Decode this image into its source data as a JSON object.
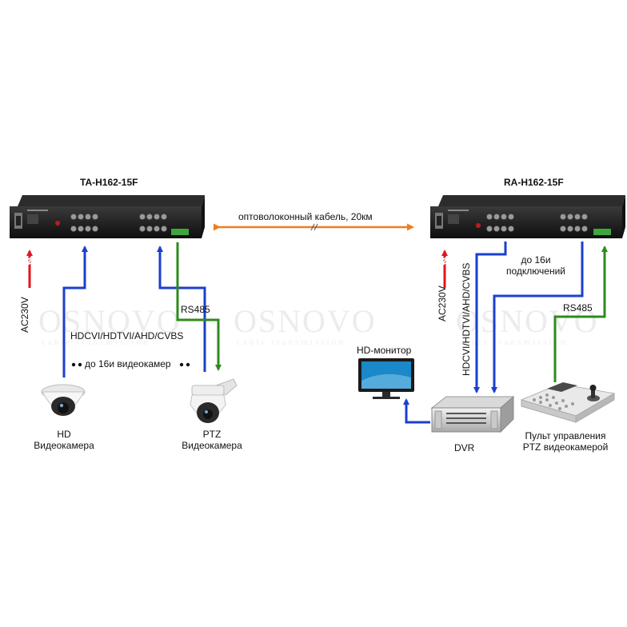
{
  "devices": {
    "transmitter": {
      "label": "TA-H162-15F"
    },
    "receiver": {
      "label": "RA-H162-15F"
    }
  },
  "link": {
    "fiber_label": "оптоволоконный кабель, 20км"
  },
  "left": {
    "power_label": "AC230V",
    "video_label": "HDCVI/HDTVI/AHD/CVBS",
    "rs485_label": "RS485",
    "cameras_count_label": "до 16и видеокамер",
    "hd_camera": {
      "line1": "HD",
      "line2": "Видеокамера"
    },
    "ptz_camera": {
      "line1": "PTZ",
      "line2": "Видеокамера"
    }
  },
  "right": {
    "power_label": "AC230V",
    "video_label": "HDCVI/HDTVI/AHD/CVBS",
    "connections_line1": "до 16и",
    "connections_line2": "подключений",
    "rs485_label": "RS485",
    "monitor_label": "HD-монитор",
    "dvr_label": "DVR",
    "controller": {
      "line1": "Пульт управления",
      "line2": "PTZ видеокамерой"
    }
  },
  "watermark": {
    "brand": "OSNOVO",
    "tagline": "cable transmission"
  },
  "colors": {
    "video_arrow": "#1a3fcf",
    "power_arrow": "#e0161b",
    "rs485_arrow": "#2e8a1e",
    "fiber_arrow": "#f07d1a",
    "device_body": "#1b1b1b"
  }
}
